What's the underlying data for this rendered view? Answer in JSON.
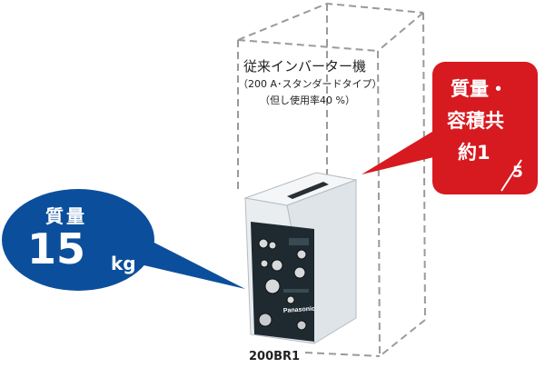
{
  "previous_machine": {
    "title": "従来インバーター機",
    "spec": "（200 A･スタンダードタイプ）",
    "note": "（但し使用率40 %）"
  },
  "model_label": "200BR1",
  "mass_callout": {
    "label": "質量",
    "value": "15",
    "unit": "kg"
  },
  "ratio_callout": {
    "line1": "質量・",
    "line2": "容積共",
    "line3_prefix": "約1",
    "denominator": "5"
  },
  "brand": "Panasonic",
  "colors": {
    "blue_bubble": "#0b4f9c",
    "red_bubble": "#d71920",
    "panel": "#1f2a30",
    "body": "#e9edf0"
  }
}
